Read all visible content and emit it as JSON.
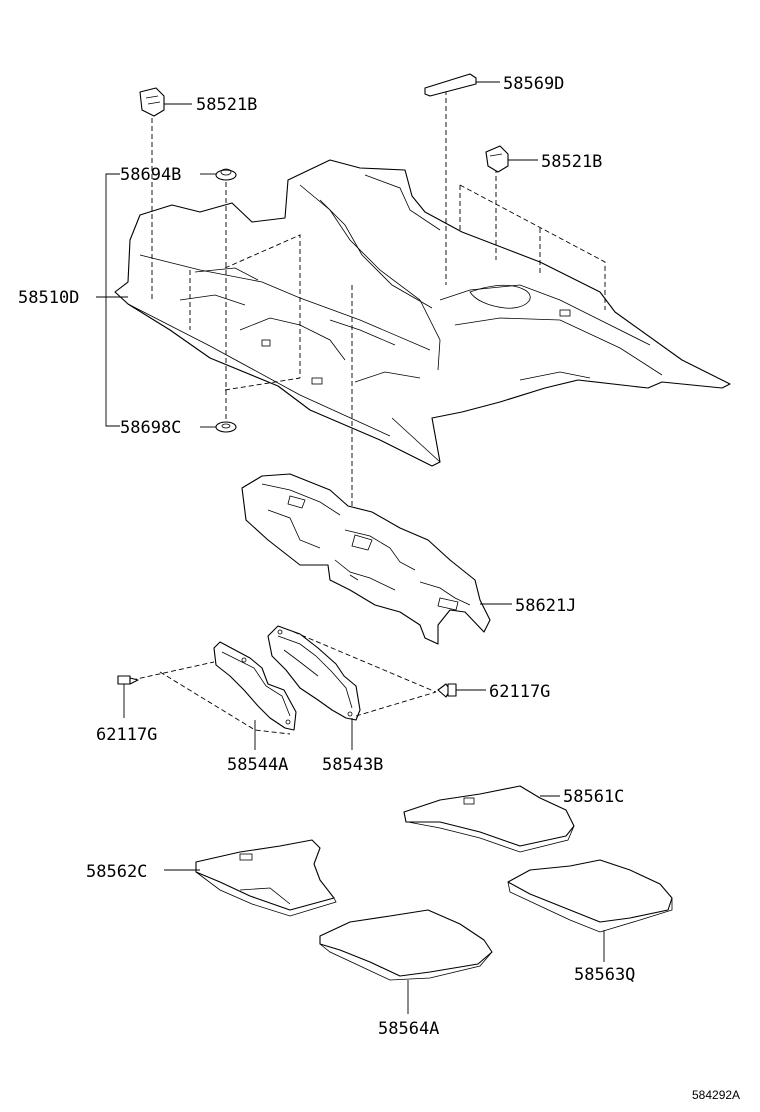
{
  "diagram": {
    "parts": {
      "p58521B_top": "58521B",
      "p58569D": "58569D",
      "p58521B_right": "58521B",
      "p58694B": "58694B",
      "p58510D": "58510D",
      "p58698C": "58698C",
      "p58621J": "58621J",
      "p62117G_right": "62117G",
      "p62117G_left": "62117G",
      "p58544A": "58544A",
      "p58543B": "58543B",
      "p58561C": "58561C",
      "p58562C": "58562C",
      "p58563Q": "58563Q",
      "p58564A": "58564A"
    },
    "figure_id": "584292A"
  }
}
